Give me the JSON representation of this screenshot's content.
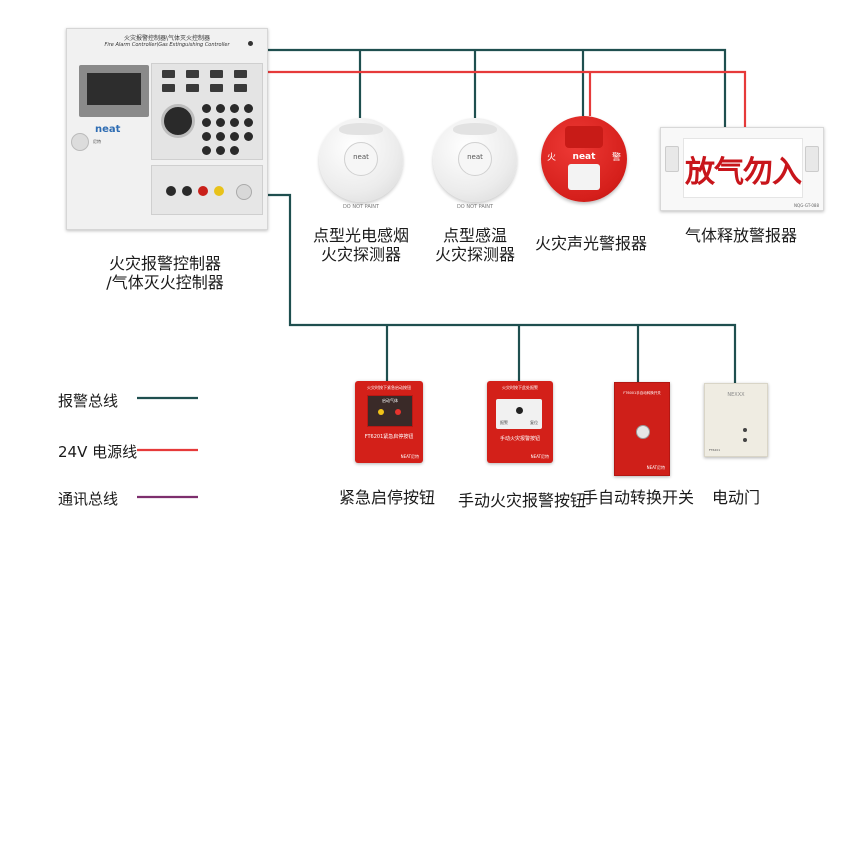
{
  "colors": {
    "alarm_bus": "#1f4f4f",
    "power_24v": "#e63a3a",
    "comm_bus": "#7d2f6d"
  },
  "controller": {
    "panel_title": "火灾报警控制器\\气体灭火控制器",
    "panel_subtitle": "Fire Alarm Controller\\Gas Extinguishing Controller",
    "brand": "neat",
    "brand_cn": "尼特",
    "label_line1": "火灾报警控制器",
    "label_line2": "/气体灭火控制器"
  },
  "devices": {
    "photo_smoke": {
      "brand": "neat",
      "bottom_text": "DO NOT PAINT",
      "label_line1": "点型光电感烟",
      "label_line2": "火灾探测器"
    },
    "heat": {
      "brand": "neat",
      "bottom_text": "DO NOT PAINT",
      "label_line1": "点型感温",
      "label_line2": "火灾探测器"
    },
    "strobe": {
      "brand": "neat",
      "fire_char": "火",
      "warn_char": "警",
      "label": "火灾声光警报器"
    },
    "release_sign": {
      "text": "放气勿入",
      "model": "NQG-GT-088",
      "label": "气体释放警报器"
    },
    "emergency_button": {
      "header": "火灾时按下紧急启动按钮",
      "sub": "启动气体",
      "footer": "FT6201紧急启停按钮",
      "brand": "NEAT尼特",
      "label": "紧急启停按钮"
    },
    "manual_call": {
      "header": "火灾时按下此处报警",
      "footer": "手动火灾报警按钮",
      "left_text": "报警",
      "right_text": "复位",
      "brand": "NEAT尼特",
      "label": "手动火灾报警按钮"
    },
    "auto_switch": {
      "header": "FT6001手自动转换开关",
      "brand": "NEAT尼特",
      "label": "手自动转换开关"
    },
    "door_module": {
      "brand": "NEXXX",
      "tag": "FT6201",
      "label": "电动门"
    }
  },
  "legend": {
    "alarm_bus": "报警总线",
    "power_24v": "24V 电源线",
    "comm_bus": "通讯总线"
  }
}
